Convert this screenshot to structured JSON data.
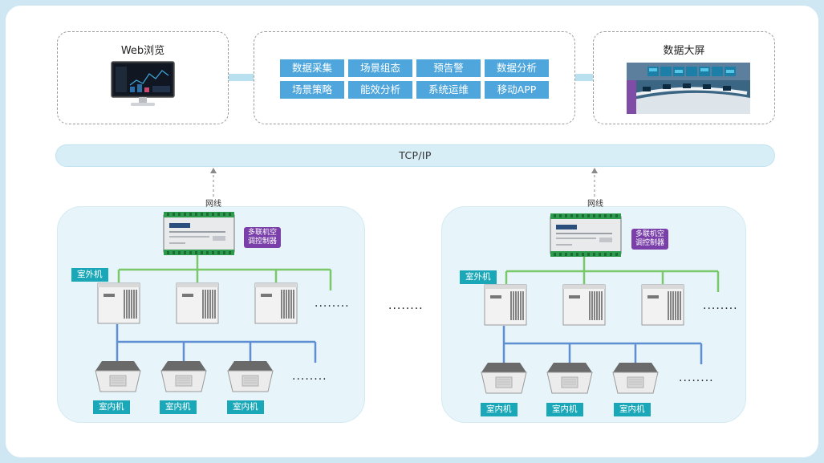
{
  "top": {
    "web_title": "Web浏览",
    "screen_title": "数据大屏",
    "functions": [
      "数据采集",
      "场景组态",
      "预告警",
      "数据分析",
      "场景策略",
      "能效分析",
      "系统运维",
      "移动APP"
    ]
  },
  "bus_label": "TCP/IP",
  "zones": [
    {
      "cable_label": "网线",
      "controller_label_1": "多联机空",
      "controller_label_2": "调控制器",
      "outdoor_tag": "室外机",
      "indoor_tags": [
        "室内机",
        "室内机",
        "室内机"
      ],
      "outdoor_more": "........",
      "indoor_more": "........"
    },
    {
      "cable_label": "网线",
      "controller_label_1": "多联机空",
      "controller_label_2": "调控制器",
      "outdoor_tag": "室外机",
      "indoor_tags": [
        "室内机",
        "室内机",
        "室内机"
      ],
      "outdoor_more": "........",
      "indoor_more": "........"
    }
  ],
  "middle_more": "........",
  "colors": {
    "button_blue": "#4ea6dc",
    "tag_teal": "#1aa7b8",
    "controller_purple": "#7a3fa8",
    "green_wire": "#79c86a",
    "blue_wire": "#5e8fd2"
  }
}
